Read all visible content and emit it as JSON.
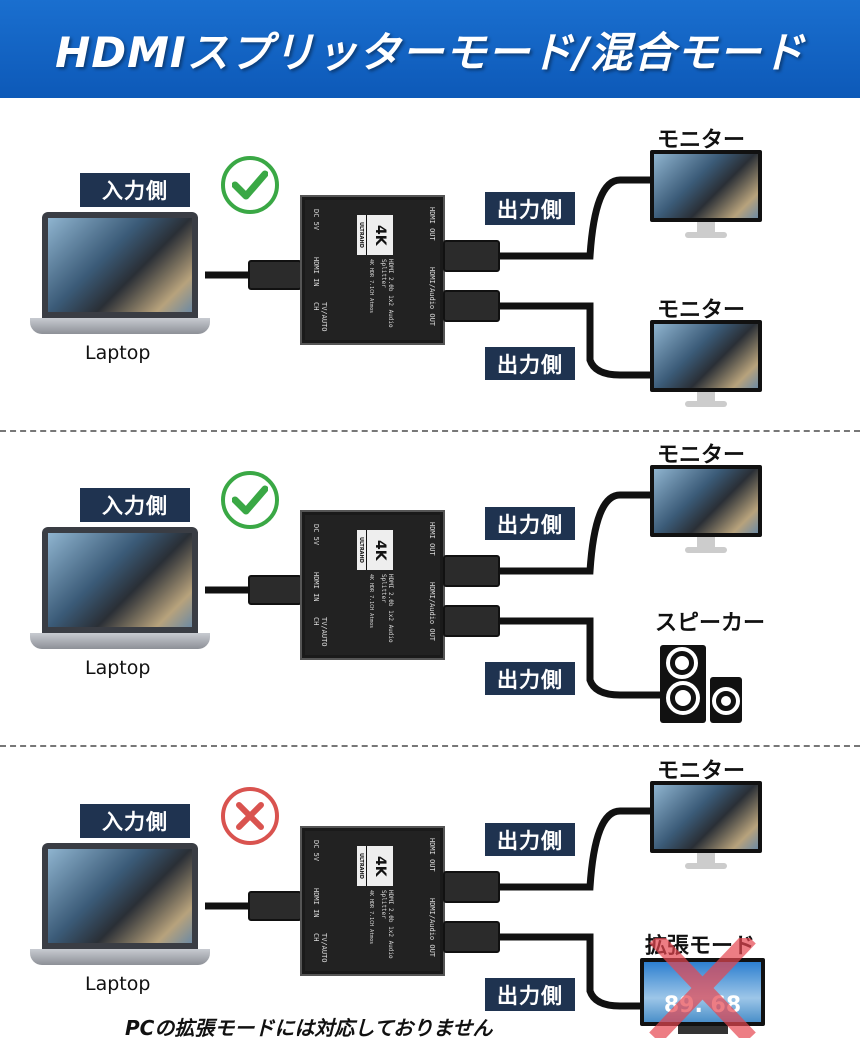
{
  "header": {
    "title": "HDMIスプリッターモード/混合モード"
  },
  "device": {
    "badge": "4K",
    "badge_sub": "ULTRAHD",
    "model": "HDMI 2.0b 1x2 Audio Splitter",
    "spec": "4K HDR 7.1CH Atmos",
    "port_dc": "DC 5V",
    "port_in": "HDMI IN",
    "port_switch": "TV/AUTO CH",
    "port_out1": "HDMI OUT",
    "port_out2": "HDMI/Audio OUT"
  },
  "panels": [
    {
      "input_label": "入力側",
      "status": "ok",
      "laptop_label": "Laptop",
      "output1_label": "出力側",
      "output2_label": "出力側",
      "device1_title": "モニター",
      "device2_title": "モニター",
      "device2_type": "monitor"
    },
    {
      "input_label": "入力側",
      "status": "ok",
      "laptop_label": "Laptop",
      "output1_label": "出力側",
      "output2_label": "出力側",
      "device1_title": "モニター",
      "device2_title": "スピーカー",
      "device2_type": "speaker"
    },
    {
      "input_label": "入力側",
      "status": "ng",
      "laptop_label": "Laptop",
      "output1_label": "出力側",
      "output2_label": "出力側",
      "device1_title": "モニター",
      "device2_title": "拡張モード",
      "device2_type": "extended",
      "extended_screen_text": "89. 68"
    }
  ],
  "footer": {
    "note": "PCの拡張モードには対応しておりません"
  },
  "colors": {
    "banner": "#1a6fcf",
    "label_bg": "#1f3350",
    "ok": "#3aa845",
    "ng": "#d9534f"
  }
}
